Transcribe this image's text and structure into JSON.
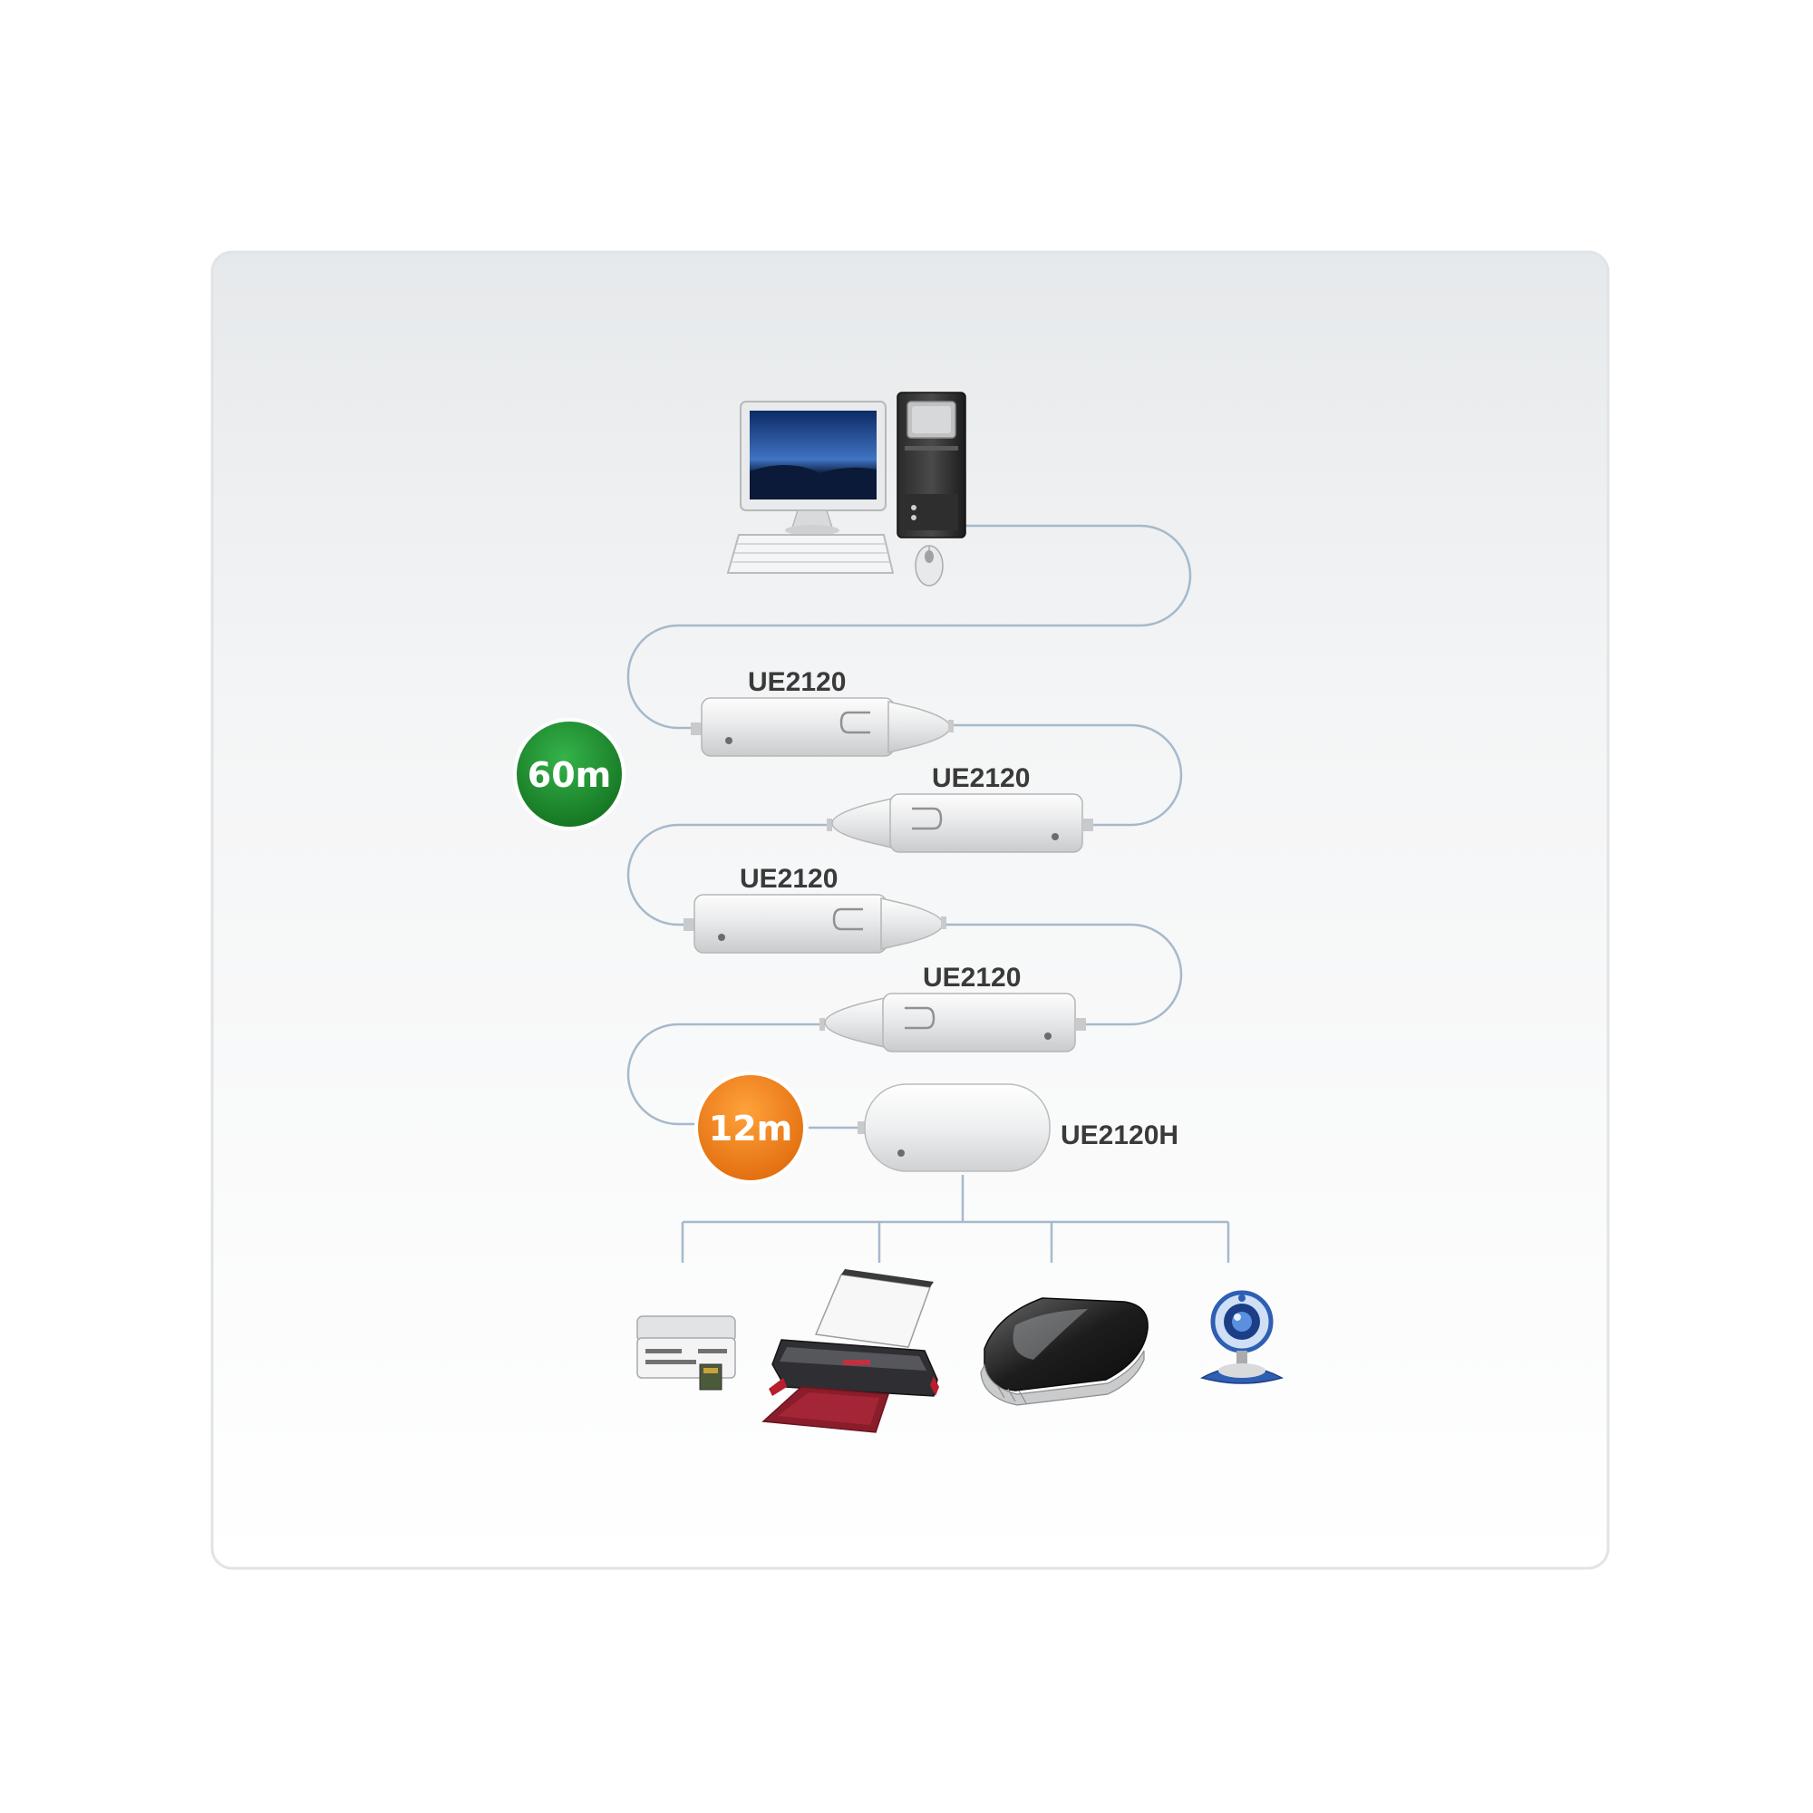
{
  "diagram": {
    "extenders": [
      {
        "label": "UE2120"
      },
      {
        "label": "UE2120"
      },
      {
        "label": "UE2120"
      },
      {
        "label": "UE2120"
      }
    ],
    "hub": {
      "label": "UE2120H"
    },
    "badges": {
      "total": {
        "label": "60m",
        "color": "#1f8a2e"
      },
      "last": {
        "label": "12m",
        "color": "#f07d1a"
      }
    },
    "devices": [
      "card-reader-icon",
      "printer-icon",
      "external-drive-icon",
      "webcam-icon"
    ],
    "colors": {
      "cable": "#9fb4c7",
      "panel": "#f2f4f5",
      "border": "#e3e6e8"
    }
  }
}
